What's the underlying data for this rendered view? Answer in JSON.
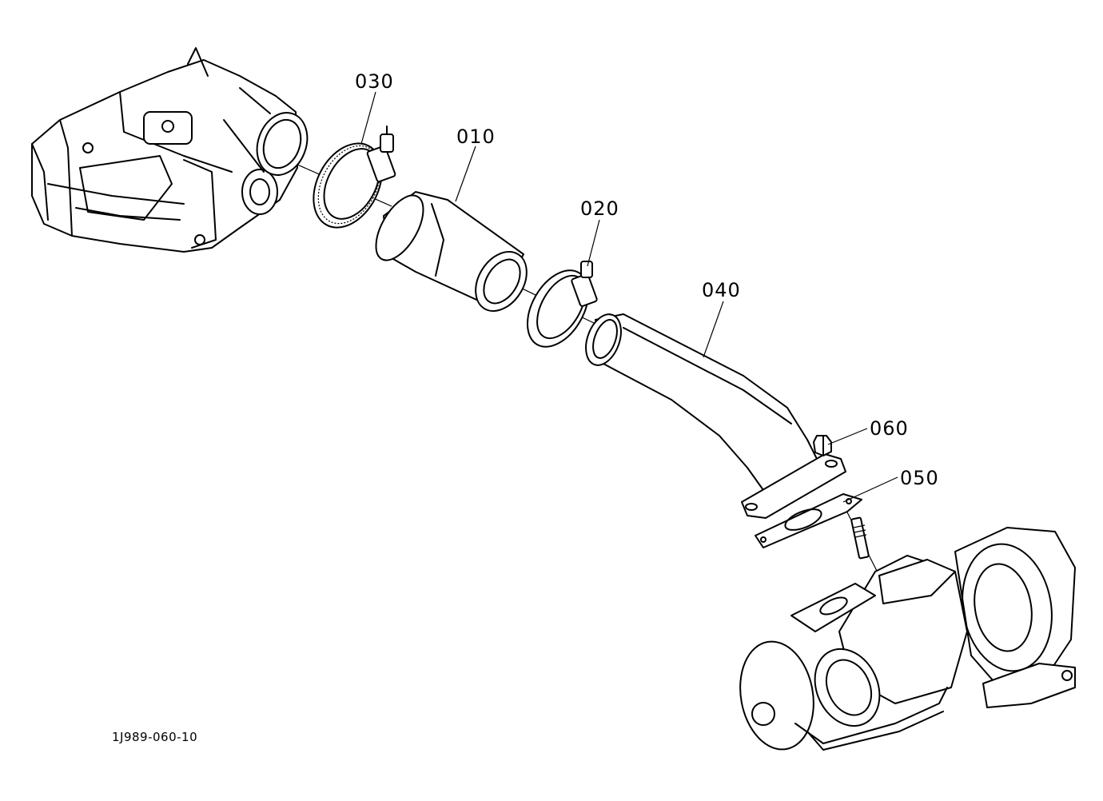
{
  "callouts": {
    "p030": "030",
    "p010": "010",
    "p020": "020",
    "p040": "040",
    "p060": "060",
    "p050": "050"
  },
  "drawing_id": "1J989-060-10",
  "colors": {
    "line": "#000000",
    "background": "#ffffff"
  }
}
